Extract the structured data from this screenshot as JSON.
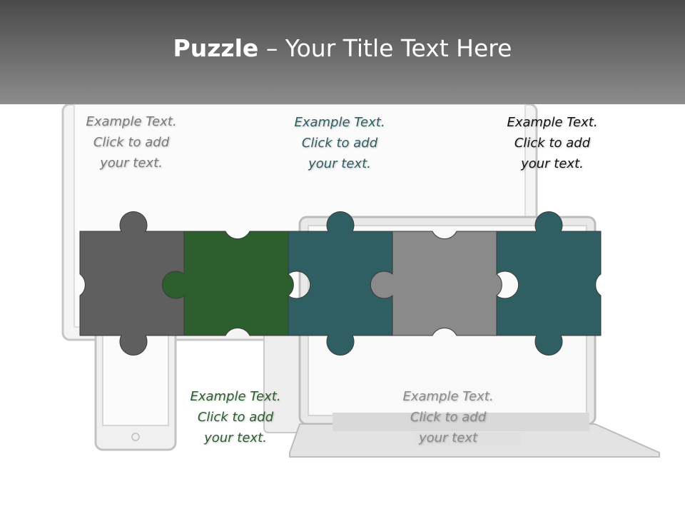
{
  "slide": {
    "title_bold": "Puzzle",
    "title_rest": " – Your Title Text Here"
  },
  "captions": [
    {
      "lines": [
        "Example Text.",
        "Click  to add",
        "your text."
      ]
    },
    {
      "lines": [
        "Example Text.",
        "Click  to add",
        "your text."
      ]
    },
    {
      "lines": [
        "Example Text.",
        "Click  to add",
        "your text."
      ]
    },
    {
      "lines": [
        "Example Text.",
        "Click  to add",
        "your text."
      ]
    },
    {
      "lines": [
        "Example Text.",
        "Click  to add",
        "your text"
      ]
    }
  ],
  "colors": {
    "piece_1": "#5f5f5f",
    "piece_2": "#2d5e2e",
    "piece_3": "#2f5f63",
    "piece_4": "#8a8a8a",
    "piece_5": "#2f5f63",
    "caption_1": "#7a7a7a",
    "caption_2": "#2d5e2e",
    "caption_3": "#2f5f63",
    "caption_4": "#111111",
    "caption_5": "#8a8a8a"
  }
}
